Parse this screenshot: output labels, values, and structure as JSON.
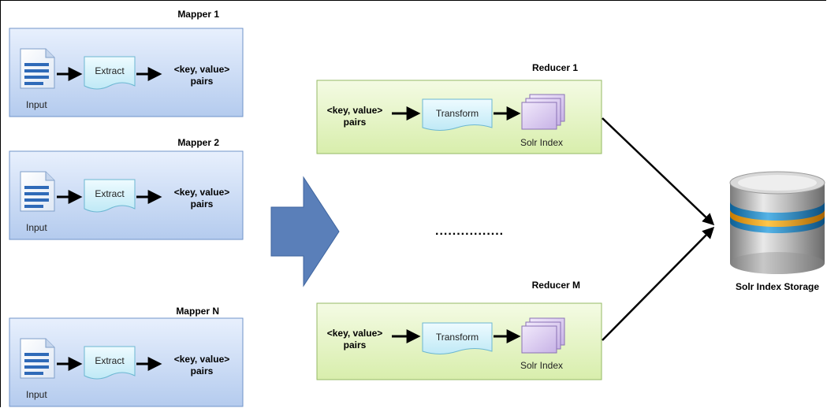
{
  "mappers": [
    {
      "title": "Mapper 1",
      "input_label": "Input",
      "process_label": "Extract",
      "output_label": [
        "<key, value>",
        "pairs"
      ]
    },
    {
      "title": "Mapper 2",
      "input_label": "Input",
      "process_label": "Extract",
      "output_label": [
        "<key, value>",
        "pairs"
      ]
    },
    {
      "title": "Mapper N",
      "input_label": "Input",
      "process_label": "Extract",
      "output_label": [
        "<key, value>",
        "pairs"
      ]
    }
  ],
  "reducers": [
    {
      "title": "Reducer 1",
      "input_label": [
        "<key, value>",
        "pairs"
      ],
      "process_label": "Transform",
      "output_label": "Solr Index"
    },
    {
      "title": "Reducer M",
      "input_label": [
        "<key, value>",
        "pairs"
      ],
      "process_label": "Transform",
      "output_label": "Solr Index"
    }
  ],
  "ellipsis": "................",
  "storage": {
    "label": "Solr Index Storage",
    "icon": "database-icon"
  },
  "colors": {
    "mapper_fill": "#c9daf5",
    "mapper_border": "#6f93c9",
    "reducer_fill": "#e6f4c6",
    "reducer_border": "#95b965",
    "process_fill": "#d4f1fa",
    "process_border": "#6cb7d2",
    "index_fill": "#d9c9ef",
    "big_arrow": "#5a7fb9"
  }
}
